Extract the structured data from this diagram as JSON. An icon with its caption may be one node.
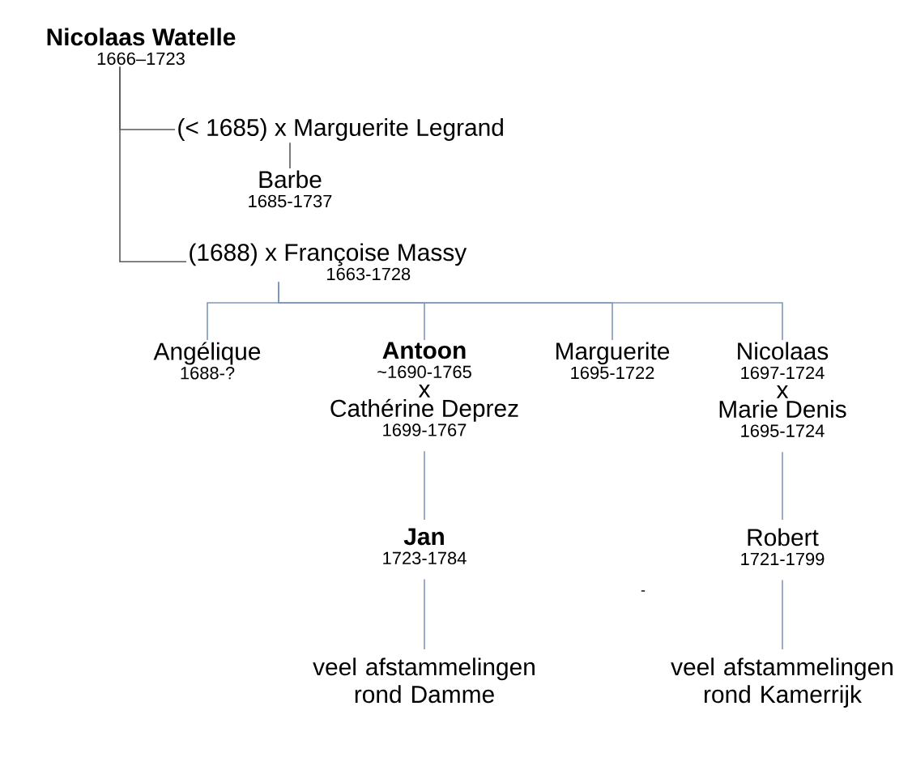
{
  "diagram": {
    "nodes": [
      {
        "text": [
          "Nicolaas Watelle",
          "1666–1723"
        ]
      },
      {
        "text": [
          "(< 1685) x Marguerite Legrand"
        ]
      },
      {
        "text": [
          "Barbe",
          "1685-1737"
        ]
      },
      {
        "text": [
          "(1688) x Françoise Massy",
          "1663-1728"
        ]
      },
      {
        "text": [
          "Angélique",
          "1688-?"
        ]
      },
      {
        "text": [
          "Antoon",
          "~1690-1765",
          "x",
          "Cathérine Deprez",
          "1699-1767"
        ]
      },
      {
        "text": [
          "Marguerite",
          "1695-1722"
        ]
      },
      {
        "text": [
          "Nicolaas",
          "1697-1724",
          "x",
          "Marie Denis",
          "1695-1724"
        ]
      },
      {
        "text": [
          "Jan",
          "1723-1784"
        ]
      },
      {
        "text": [
          "Robert",
          "1721-1799"
        ]
      },
      {
        "text": [
          "veel afstammelingen rond Damme"
        ]
      },
      {
        "text": [
          "veel afstammelingen rond Kamerrijk"
        ]
      }
    ],
    "edges": [
      {
        "from": 0,
        "to": 1,
        "arrow": "none",
        "color": "#595959"
      },
      {
        "from": 0,
        "to": 3,
        "arrow": "none",
        "color": "#595959"
      },
      {
        "from": 1,
        "to": 2,
        "arrow": "none",
        "color": "#595959"
      },
      {
        "from": 3,
        "to": 4,
        "arrow": "none"
      },
      {
        "from": 3,
        "to": 5,
        "arrow": "none"
      },
      {
        "from": 3,
        "to": 6,
        "arrow": "none"
      },
      {
        "from": 3,
        "to": 7,
        "arrow": "none"
      },
      {
        "from": 5,
        "to": 8,
        "arrow": "none"
      },
      {
        "from": 8,
        "to": 10,
        "arrow": "none"
      },
      {
        "from": 7,
        "to": 9,
        "arrow": "none"
      },
      {
        "from": 9,
        "to": 11,
        "arrow": "none"
      }
    ],
    "labels": [
      "-"
    ]
  }
}
